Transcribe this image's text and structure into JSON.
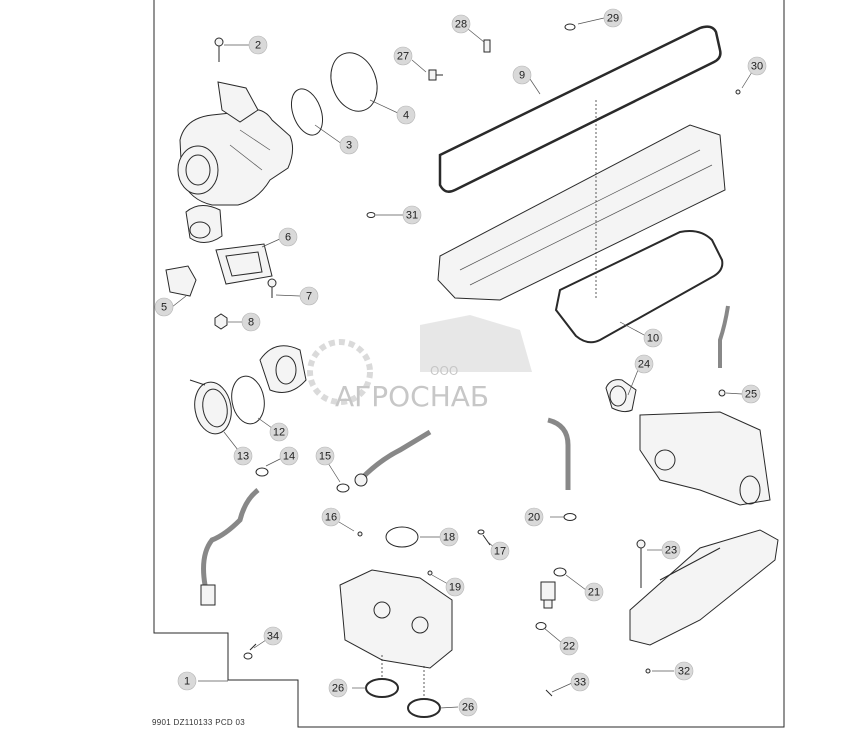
{
  "diagram": {
    "code": "9901  DZ110133  PCD  03"
  },
  "watermark": {
    "brand": "АГРОСНАБ",
    "prefix": "ООО"
  },
  "callouts": [
    {
      "n": "1"
    },
    {
      "n": "2"
    },
    {
      "n": "3"
    },
    {
      "n": "4"
    },
    {
      "n": "5"
    },
    {
      "n": "6"
    },
    {
      "n": "7"
    },
    {
      "n": "8"
    },
    {
      "n": "9"
    },
    {
      "n": "10"
    },
    {
      "n": "12"
    },
    {
      "n": "13"
    },
    {
      "n": "14"
    },
    {
      "n": "15"
    },
    {
      "n": "16"
    },
    {
      "n": "17"
    },
    {
      "n": "18"
    },
    {
      "n": "19"
    },
    {
      "n": "20"
    },
    {
      "n": "21"
    },
    {
      "n": "22"
    },
    {
      "n": "23"
    },
    {
      "n": "24"
    },
    {
      "n": "25"
    },
    {
      "n": "26"
    },
    {
      "n": "26"
    },
    {
      "n": "27"
    },
    {
      "n": "28"
    },
    {
      "n": "29"
    },
    {
      "n": "30"
    },
    {
      "n": "31"
    },
    {
      "n": "32"
    },
    {
      "n": "33"
    },
    {
      "n": "34"
    }
  ],
  "colors": {
    "callout_fill": "#d9d9d9",
    "watermark": "#bdbdbd"
  }
}
